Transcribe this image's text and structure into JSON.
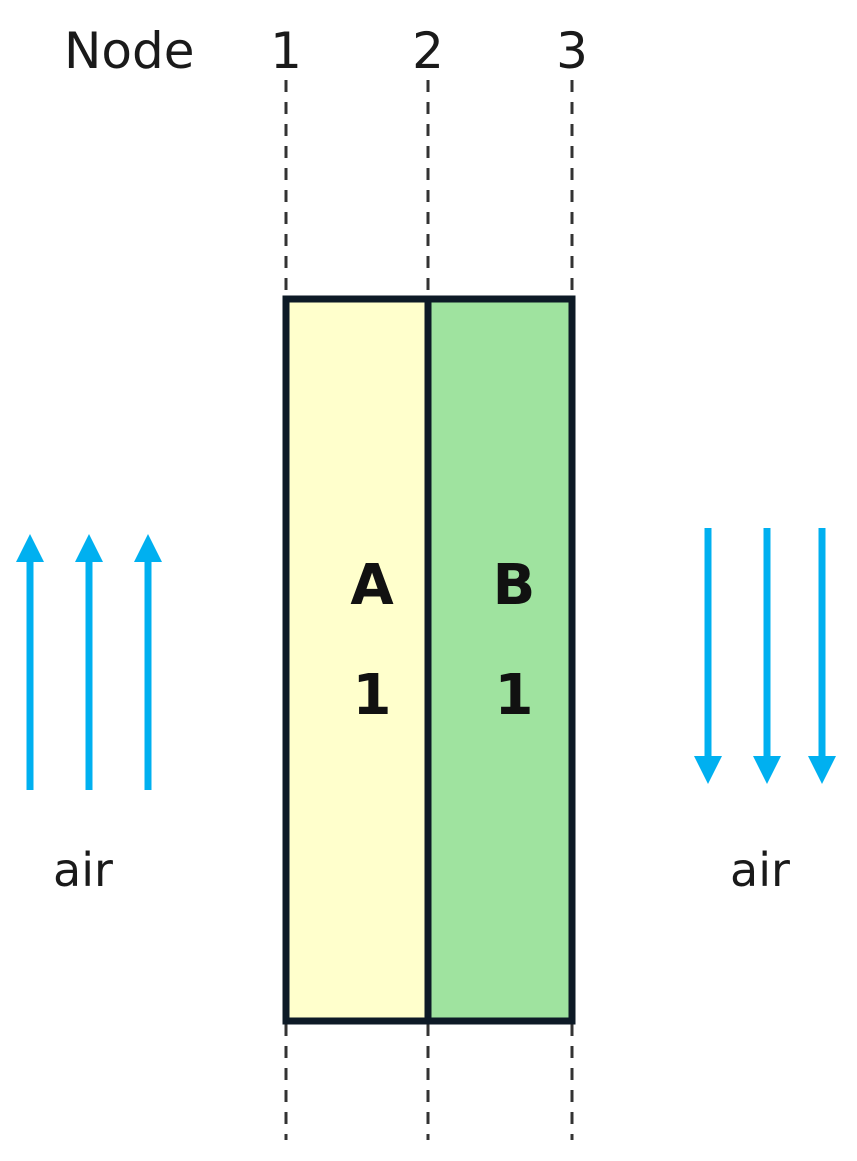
{
  "header": {
    "node_label": "Node"
  },
  "nodes": [
    {
      "label": "1"
    },
    {
      "label": "2"
    },
    {
      "label": "3"
    }
  ],
  "layers": [
    {
      "letter": "A",
      "number": "1",
      "color": "#ffffcc"
    },
    {
      "letter": "B",
      "number": "1",
      "color": "#9fe39f"
    }
  ],
  "air_left": {
    "label": "air",
    "direction": "up",
    "arrow_color": "#00b0f0"
  },
  "air_right": {
    "label": "air",
    "direction": "down",
    "arrow_color": "#00b0f0"
  }
}
